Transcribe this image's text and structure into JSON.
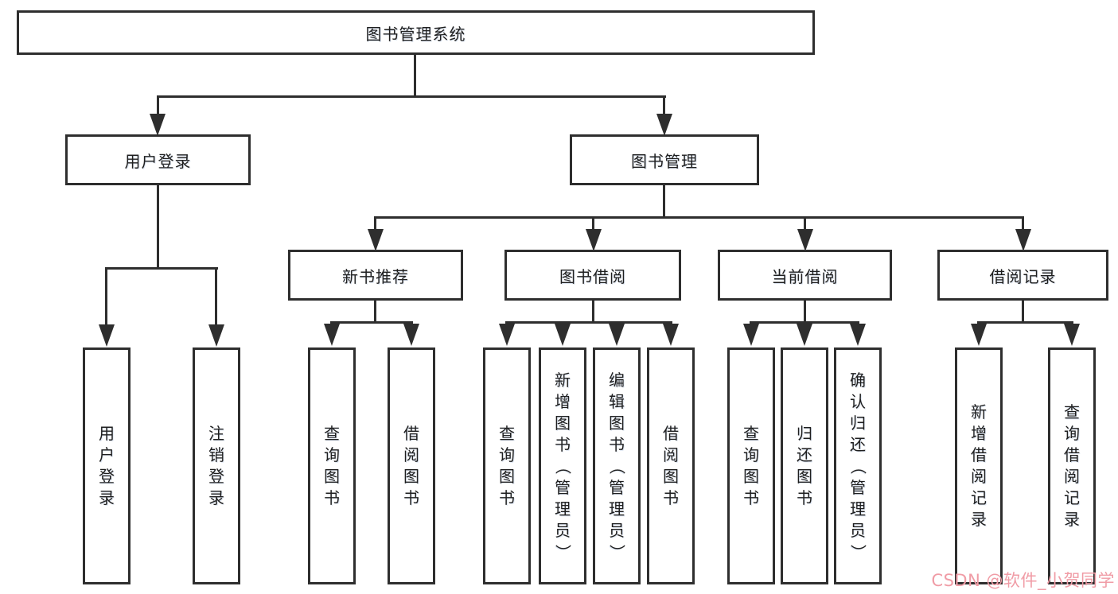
{
  "diagram": {
    "root": "图书管理系统",
    "level2": {
      "user_login": "用户登录",
      "book_mgmt": "图书管理"
    },
    "level3": {
      "new_book": "新书推荐",
      "book_borrow": "图书借阅",
      "current_borrow": "当前借阅",
      "borrow_record": "借阅记录"
    },
    "leaves": {
      "user_login": [
        "用户登录",
        "注销登录"
      ],
      "new_book": [
        "查询图书",
        "借阅图书"
      ],
      "book_borrow": [
        "查询图书",
        "新增图书（管理员）",
        "编辑图书（管理员）",
        "借阅图书"
      ],
      "current_borrow": [
        "查询图书",
        "归还图书",
        "确认归还（管理员）"
      ],
      "borrow_record": [
        "新增借阅记录",
        "查询借阅记录"
      ]
    },
    "colors": {
      "line": "#2e2e2e",
      "text": "#1f1f1f",
      "background": "#ffffff"
    }
  },
  "watermark": {
    "text": "CSDN @软件_小贺同学",
    "color": "#f09ca6"
  }
}
